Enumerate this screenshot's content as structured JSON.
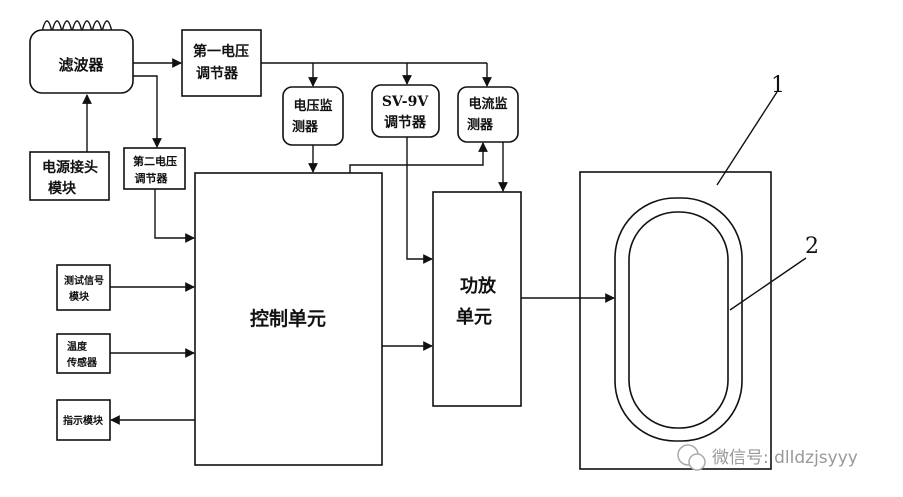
{
  "blocks": {
    "filter": "滤波器",
    "power_connector": [
      "电源接头",
      "模块"
    ],
    "first_regulator": [
      "第一电压",
      "调节器"
    ],
    "second_regulator": [
      "第二电压",
      "调节器"
    ],
    "voltage_monitor": [
      "电压监",
      "测器"
    ],
    "sv9v_regulator": [
      "SV-9V",
      "调节器"
    ],
    "current_monitor": [
      "电流监",
      "测器"
    ],
    "control_unit": "控制单元",
    "amp_unit": [
      "功放",
      "单元"
    ],
    "test_signal": [
      "测试信号",
      "模块"
    ],
    "temp_sensor": [
      "温度",
      "传感器"
    ],
    "indicator": "指示模块"
  },
  "refs": {
    "one": "1",
    "two": "2"
  },
  "watermark": "微信号: dlldzjsyyy"
}
